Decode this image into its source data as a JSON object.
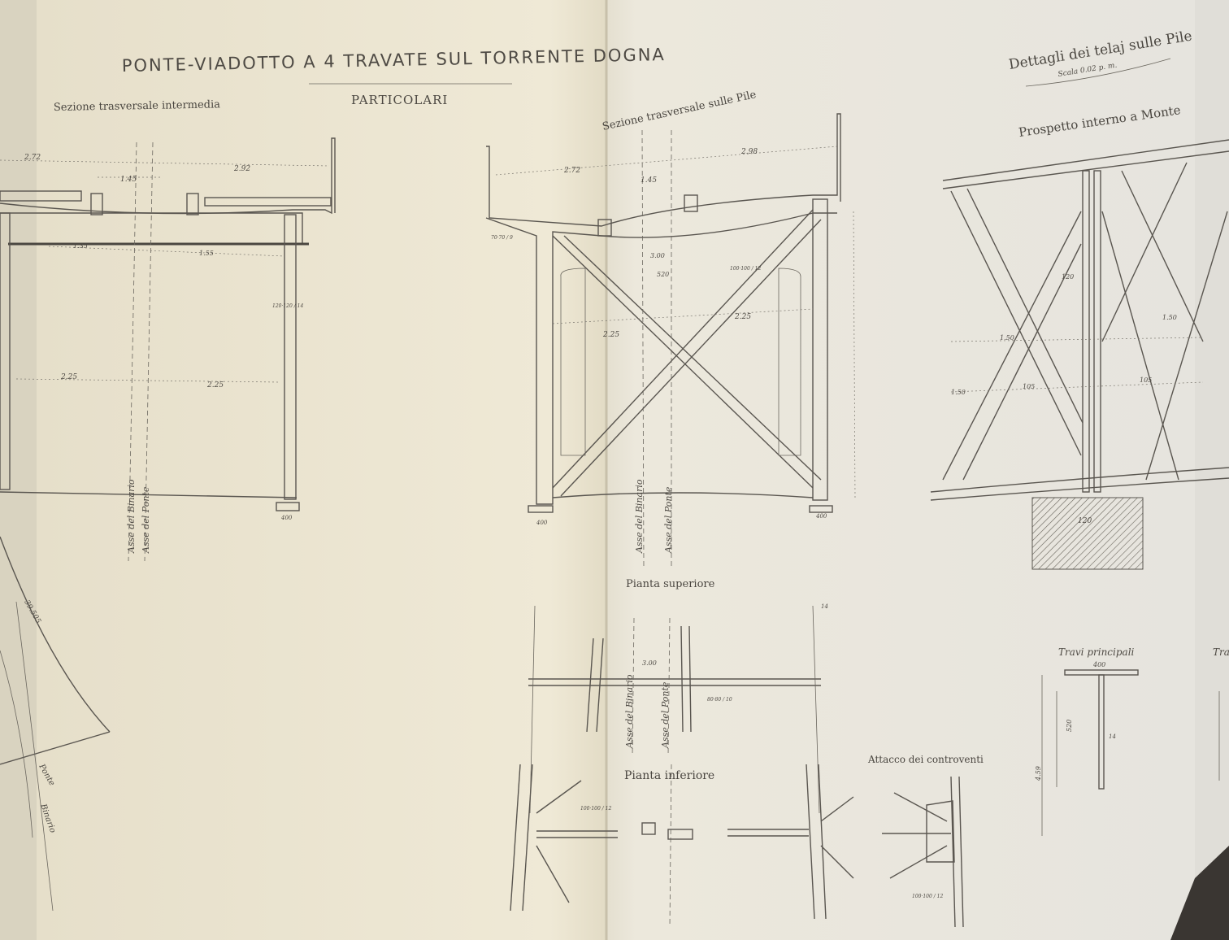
{
  "sheet": {
    "title": "PONTE-VIADOTTO A 4 TRAVATE SUL TORRENTE DOGNA",
    "subtitle": "PARTICOLARI",
    "detail_title": "Dettagli dei telaj sulle Pile",
    "scale": "Scala 0.02 p. m."
  },
  "views": {
    "section_intermediate": "Sezione trasversale intermedia",
    "section_piers": "Sezione trasversale sulle Pile",
    "elevation": "Prospetto interno a Monte",
    "plan_upper": "Pianta superiore",
    "plan_lower": "Pianta inferiore",
    "bracing": "Attacco dei controventi",
    "main_beams": "Travi principali",
    "cut_label": "Tra"
  },
  "axes": {
    "asse": "Asse",
    "del": "del",
    "binario": "Binario",
    "ponte": "Ponte"
  },
  "dimensions": {
    "d272": "2.72",
    "d292": "2.92",
    "d145": "1.45",
    "d135": "1.35",
    "d155": "1.55",
    "d225": "2.25",
    "d298": "2.98",
    "d300": "3.00",
    "d520": "520",
    "d400": "400",
    "d120": "120",
    "d150": "1.50",
    "d105": "105",
    "d39505": "39.505",
    "d459": "4.59",
    "d14": "14",
    "angle_100": "100·100 / 12",
    "angle_120": "120·120 / 14",
    "angle_80": "80·80 / 10",
    "angle_70": "70·70 / 9"
  }
}
